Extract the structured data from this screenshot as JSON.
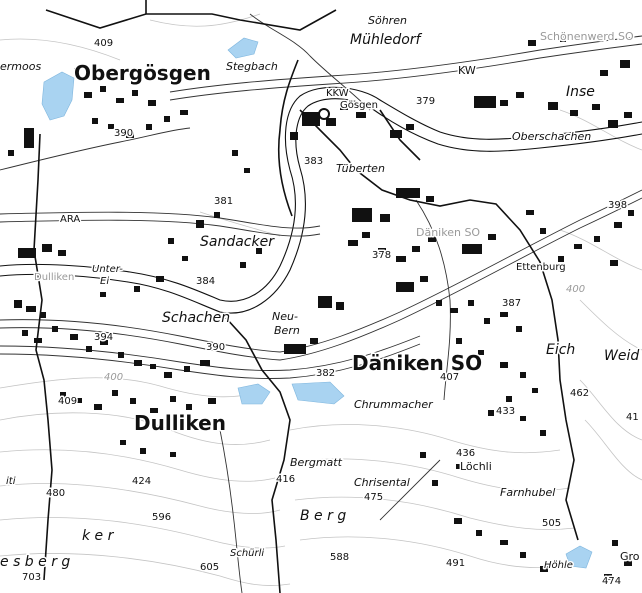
{
  "colors": {
    "background": "#ffffff",
    "water": "#a9d3f1",
    "building": "#111111",
    "boundary": "#111111",
    "road": "#111111",
    "contour": "#bdbdbd"
  },
  "labels": {
    "oberholz_fragment": "ermoos",
    "obergoesgen": "Obergösgen",
    "stegbach": "Stegbach",
    "soehren": "Söhren",
    "muehledorf": "Mühledorf",
    "schoenenwerd": "Schönenwerd SO",
    "kw": "KW",
    "kkw": "KKW",
    "goesgen": "Gösgen",
    "insel": "Inse",
    "oberschachen": "Oberschachen",
    "tuberten": "Tüberten",
    "ara": "ARA",
    "sandacker": "Sandacker",
    "daeniken_small": "Däniken SO",
    "ettenburg": "Ettenburg",
    "dulliken_small": "Dulliken",
    "unter_ei": "Unter-",
    "ei": "Ei",
    "schachen": "Schachen",
    "neu": "Neu-",
    "bern": "Bern",
    "daeniken_big": "Däniken SO",
    "eich": "Eich",
    "weid": "Weid",
    "dulliken_big": "Dulliken",
    "chrummacher": "Chrummacher",
    "bergmatt": "Bergmatt",
    "loechli": "Löchli",
    "chrisental": "Chrisental",
    "farnhubel": "Farnhubel",
    "berg": "B e r g",
    "hoehle": "Höhle",
    "gro": "Gro",
    "schuerli": "Schürli",
    "sberg": "e    s    b    e    r    g",
    "ker": "k    e    r",
    "left_ti": "iti"
  },
  "elevations": {
    "e409_top": "409",
    "e390_top": "390",
    "e379": "379",
    "e383": "383",
    "e381": "381",
    "e378": "378",
    "e384": "384",
    "e387": "387",
    "e398": "398",
    "e400_right": "400",
    "e394": "394",
    "e400_left": "400",
    "e390_mid": "390",
    "e382": "382",
    "e407": "407",
    "e462": "462",
    "e433": "433",
    "e41x": "41",
    "e409_left": "409",
    "e416": "416",
    "e436": "436",
    "e424": "424",
    "e480": "480",
    "e475": "475",
    "e596": "596",
    "e505": "505",
    "e588": "588",
    "e605": "605",
    "e703": "703",
    "e474": "474",
    "e491": "491"
  }
}
